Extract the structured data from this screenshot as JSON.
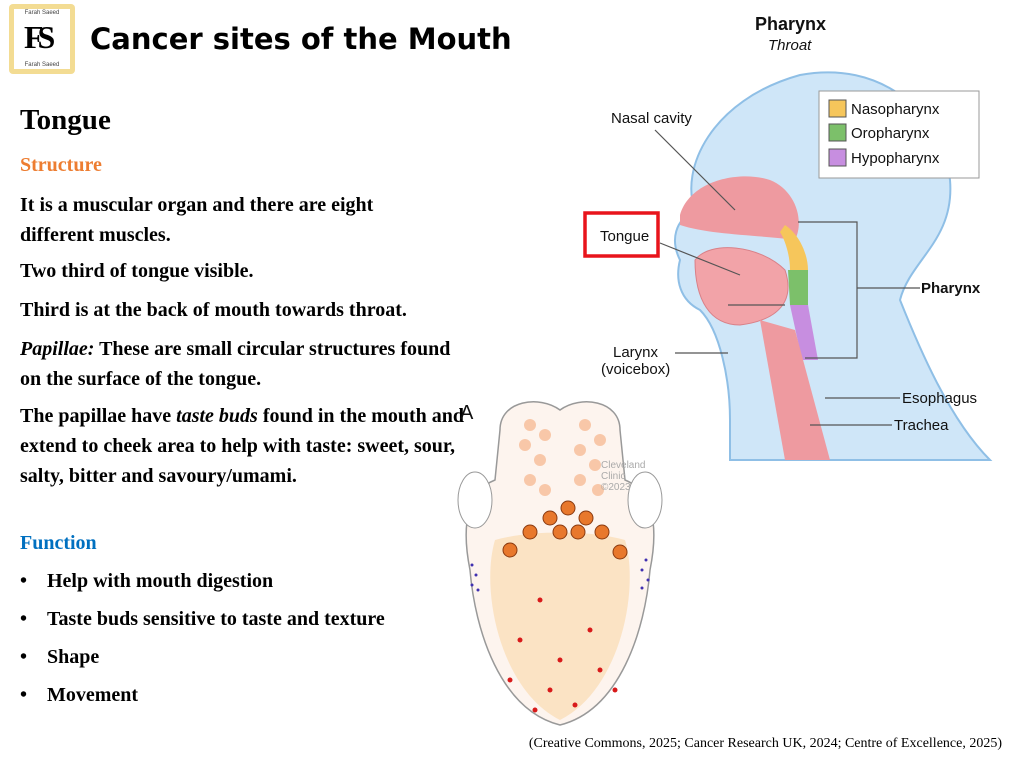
{
  "logo": {
    "name_top": "Farah Saeed",
    "initials": "FS",
    "name_bottom": "Farah Saeed"
  },
  "title": "Cancer sites of the Mouth",
  "section_title": "Tongue",
  "structure": {
    "heading": "Structure",
    "heading_color": "#ed7d31",
    "p1": "It is a muscular organ and there are eight different muscles.",
    "p2": "Two third of tongue visible.",
    "p3": "Third is at the back of mouth towards throat.",
    "p4_term": "Papillae:",
    "p4_rest": " These are small circular structures found on the surface of the tongue.",
    "p5_a": "The papillae have ",
    "p5_term": "taste buds",
    "p5_b": " found in the mouth and extend to cheek area to help with taste: sweet, sour, salty, bitter and savoury/umami."
  },
  "function": {
    "heading": "Function",
    "heading_color": "#0070c0",
    "bullets": [
      "Help with mouth digestion",
      "Taste buds sensitive to taste and texture",
      "Shape",
      "Movement"
    ]
  },
  "diagram_pharynx": {
    "title": "Pharynx",
    "subtitle": "Throat",
    "labels": {
      "nasal": "Nasal cavity",
      "tongue": "Tongue",
      "larynx": "Larynx",
      "voicebox": "(voicebox)",
      "pharynx": "Pharynx",
      "esophagus": "Esophagus",
      "trachea": "Trachea"
    },
    "legend": [
      {
        "label": "Nasopharynx",
        "color": "#f6c65b"
      },
      {
        "label": "Oropharynx",
        "color": "#7cc06a"
      },
      {
        "label": "Hypopharynx",
        "color": "#c78ee0"
      }
    ],
    "highlight_color": "#e8141b"
  },
  "diagram_tongue": {
    "label": "A",
    "watermark_1": "Cleveland",
    "watermark_2": "Clinic",
    "watermark_3": "©2023"
  },
  "citation": "(Creative Commons, 2025; Cancer Research UK, 2024; Centre of Excellence, 2025)"
}
